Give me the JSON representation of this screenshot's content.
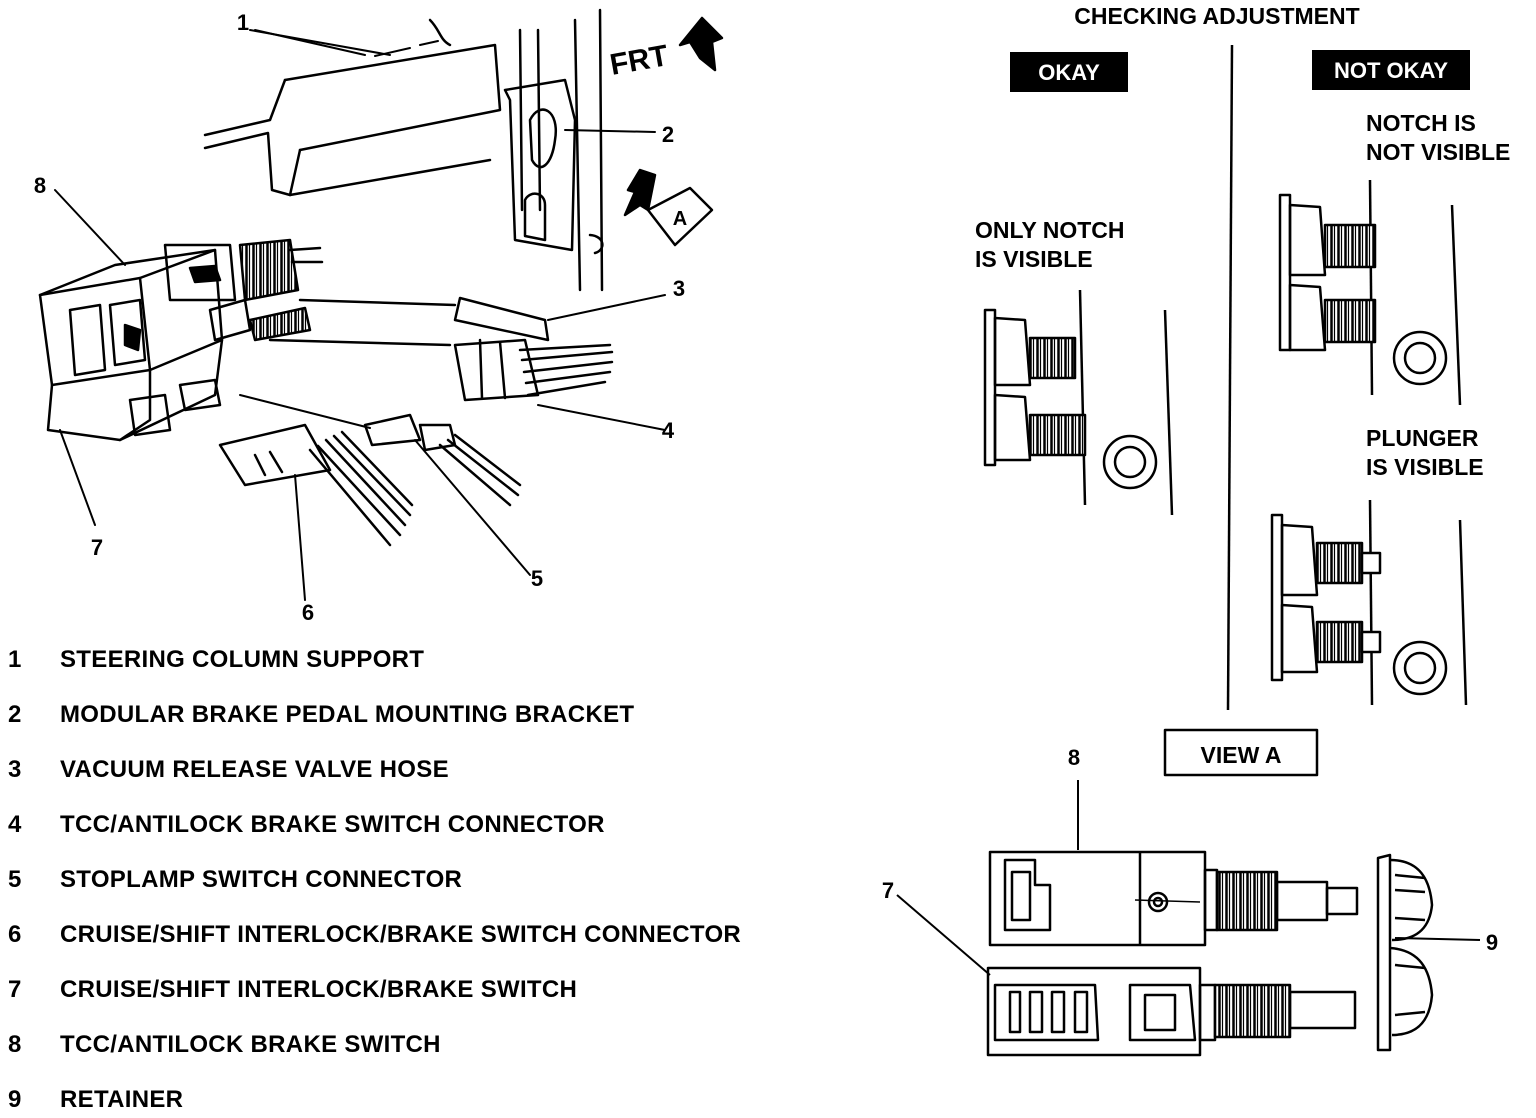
{
  "header": {
    "title": "CHECKING ADJUSTMENT"
  },
  "status": {
    "okay": "OKAY",
    "not_okay": "NOT OKAY"
  },
  "captions": {
    "only_notch": [
      "ONLY NOTCH",
      "IS VISIBLE"
    ],
    "notch_not": [
      "NOTCH IS",
      "NOT VISIBLE"
    ],
    "plunger": [
      "PLUNGER",
      "IS VISIBLE"
    ]
  },
  "view_label": "VIEW A",
  "direction_label": "FRT",
  "view_callout": "A",
  "callouts": {
    "c1": "1",
    "c2": "2",
    "c3": "3",
    "c4": "4",
    "c5": "5",
    "c6": "6",
    "c7": "7",
    "c8": "8",
    "c7b": "7",
    "c8b": "8",
    "c9": "9"
  },
  "legend": [
    {
      "num": "1",
      "label": "STEERING COLUMN SUPPORT"
    },
    {
      "num": "2",
      "label": "MODULAR BRAKE PEDAL MOUNTING BRACKET"
    },
    {
      "num": "3",
      "label": "VACUUM RELEASE VALVE HOSE"
    },
    {
      "num": "4",
      "label": "TCC/ANTILOCK BRAKE SWITCH CONNECTOR"
    },
    {
      "num": "5",
      "label": "STOPLAMP SWITCH CONNECTOR"
    },
    {
      "num": "6",
      "label": "CRUISE/SHIFT INTERLOCK/BRAKE SWITCH CONNECTOR"
    },
    {
      "num": "7",
      "label": "CRUISE/SHIFT INTERLOCK/BRAKE SWITCH"
    },
    {
      "num": "8",
      "label": "TCC/ANTILOCK BRAKE SWITCH"
    },
    {
      "num": "9",
      "label": "RETAINER"
    }
  ]
}
